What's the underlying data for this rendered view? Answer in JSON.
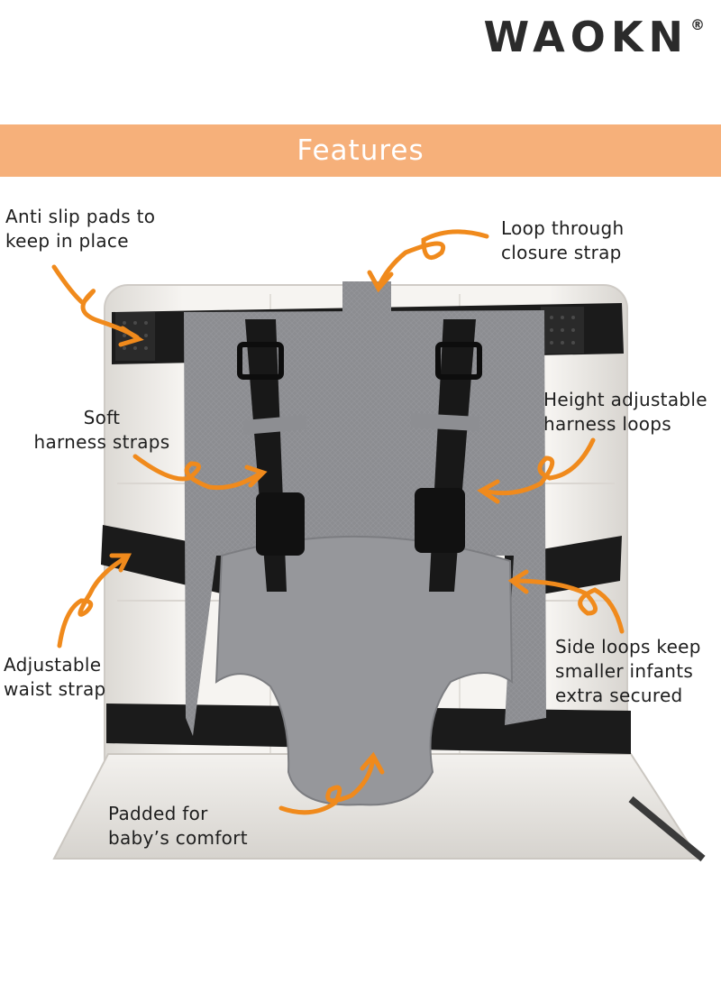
{
  "brand": {
    "name": "WAOKN",
    "mark": "®"
  },
  "banner": {
    "title": "Features",
    "color": "#f6b07a"
  },
  "callouts": {
    "anti_slip": "Anti slip pads to\nkeep in place",
    "loop_through": "Loop through\nclosure strap",
    "soft_harness": "Soft\nharness straps",
    "height_adjustable": "Height adjustable\nharness loops",
    "waist_strap": "Adjustable\nwaist strap",
    "side_loops": "Side loops keep\nsmaller infants\nextra secured",
    "padded": "Padded for\nbaby’s comfort"
  },
  "colors": {
    "arrow": "#f08a1c",
    "fabric": "#8e8f93",
    "strap": "#1b1b1b",
    "chair": "#f1efec"
  }
}
